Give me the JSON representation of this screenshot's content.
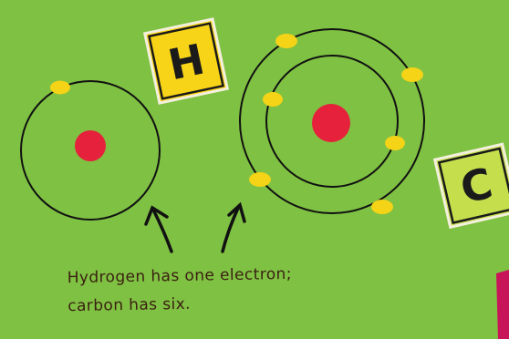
{
  "cards": {
    "hydrogen_symbol": "H",
    "carbon_symbol": "C"
  },
  "caption": {
    "line1": "Hydrogen has one electron;",
    "line2": "carbon has six."
  },
  "atoms": {
    "hydrogen": {
      "shells": 1,
      "electrons": 1
    },
    "carbon": {
      "shells": 2,
      "electrons": 6
    }
  },
  "colors": {
    "background": "#7fc143",
    "nucleus": "#e5213c",
    "electron": "#f5d316",
    "orbit": "#111111",
    "hydrogen_card": "#f7d417",
    "carbon_card": "#c4de4c",
    "magenta_accent": "#c8155a"
  }
}
